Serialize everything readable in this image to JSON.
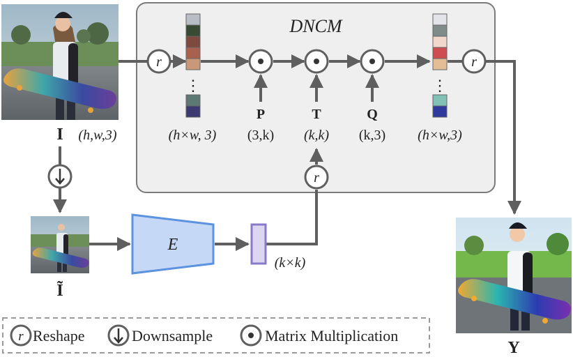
{
  "title": "DNCM",
  "input": {
    "symbol": "I",
    "shape": "(h,w,3)"
  },
  "downsampled": {
    "symbol": "Ĩ"
  },
  "output": {
    "symbol": "Y"
  },
  "encoder": {
    "label": "E"
  },
  "encoder_output_shape": "(k×k)",
  "matrices": {
    "P": {
      "label": "P",
      "shape": "(3,k)",
      "color": "#c8961e"
    },
    "T": {
      "label": "T",
      "shape": "(k,k)",
      "color": "#8f7fcf"
    },
    "Q": {
      "label": "Q",
      "shape": "(k,3)",
      "color": "#3fb3cf"
    }
  },
  "pixel_matrix_in_shape": "(h×w, 3)",
  "pixel_matrix_out_shape": "(h×w,3)",
  "op_reshape": "r",
  "dots": "⋮",
  "column_in_colors": [
    "#b9bdc4",
    "#384a34",
    "#7e4a3f",
    "#a8604f",
    "#c89878",
    "#5c7a73",
    "#3c3870"
  ],
  "column_out_colors": [
    "#e3e3ea",
    "#7f8c8a",
    "#f2d8cc",
    "#cf4d52",
    "#e4bd96",
    "#7fc2b5",
    "#2e3a9c"
  ],
  "legend": {
    "reshape_label": "Reshape",
    "downsample_label": "Downsample",
    "matmul_label": "Matrix Multiplication"
  },
  "colors": {
    "arrow": "#5f5f5f",
    "panel_fill": "#efefef",
    "panel_stroke": "#7a7a7a",
    "encoder_fill": "#c5d8f6",
    "encoder_stroke": "#5b93e0",
    "vector_fill": "#dcd6f0",
    "vector_stroke": "#8a7bc8"
  }
}
